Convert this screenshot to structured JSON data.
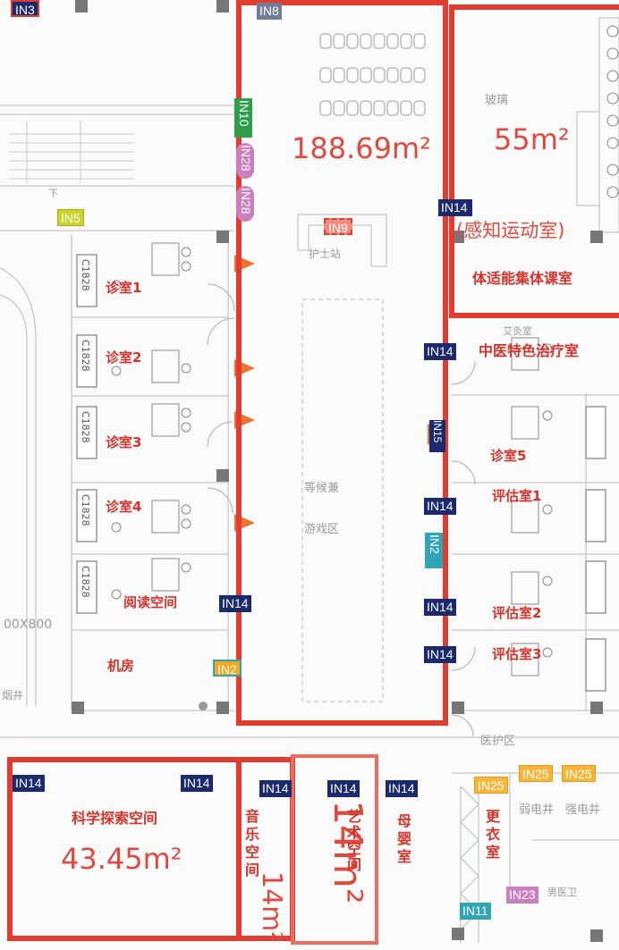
{
  "areas": {
    "waiting_hall": "188.69m²",
    "fitness_room": "55m²",
    "science": "43.45m²",
    "music": "14m²",
    "art": "14m²"
  },
  "rooms": {
    "clinic1": "诊室1",
    "clinic2": "诊室2",
    "clinic3": "诊室3",
    "clinic4": "诊室4",
    "clinic5": "诊室5",
    "reading": "阅读空间",
    "machine": "机房",
    "fitness_sub": "(感知运动室)",
    "fitness_main": "体适能集体课室",
    "tcm": "中医特色治疗室",
    "eval1": "评估室1",
    "eval2": "评估室2",
    "eval3": "评估室3",
    "science": "科学探索空间",
    "music": "音乐空间",
    "art": "艺术空间",
    "mother": "母婴室",
    "changing": "更衣室"
  },
  "faint_labels": {
    "nurse_station": "护士站",
    "waiting": "等候兼",
    "play": "游戏区",
    "glass": "玻璃",
    "care_zone": "医护区",
    "moxa": "艾灸室",
    "weak_well": "弱电井",
    "strong_well": "强电井",
    "male_wc": "男医卫",
    "door_size": "00X800",
    "down": "下",
    "smoke": "烟井"
  },
  "cabinet_code": "C1828",
  "tags": {
    "in3": "IN3",
    "in5": "IN5",
    "in8": "IN8",
    "in9": "IN9",
    "in10": "IN10",
    "in28a": "IN28",
    "in28b": "IN28",
    "in14": "IN14",
    "in14_short": "IN14",
    "in15": "IN15",
    "in2": "IN2",
    "in25": "IN25",
    "in23": "IN23",
    "in11": "IN11"
  }
}
